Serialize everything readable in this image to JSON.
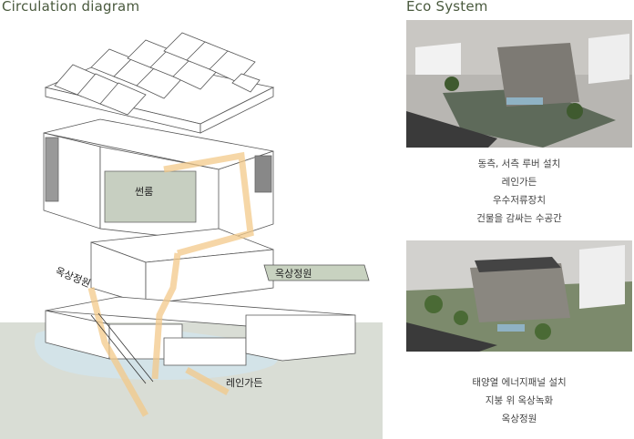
{
  "left_title": "Circulation diagram",
  "right_title": "Eco System",
  "diagram_labels": {
    "vent": "썬룸",
    "rooftop_left": "옥상정원",
    "rooftop_right": "옥상정원",
    "rain_garden": "레인가든"
  },
  "eco1": {
    "lines": [
      "동측, 서측 루버 설치",
      "레인가든",
      "우수저류장치",
      "건물을 감싸는 수공간"
    ]
  },
  "eco2": {
    "lines": [
      "태양열 에너지패널 설치",
      "지붕 위 옥상녹화",
      "옥상정원"
    ]
  },
  "colors": {
    "title": "#4a5a3e",
    "circulation": "#f3c98a",
    "water": "#cfe2ea",
    "ground": "#d7dcd3",
    "vent_box": "#c7cfc1",
    "roof_garden": "#c8d2c0"
  }
}
